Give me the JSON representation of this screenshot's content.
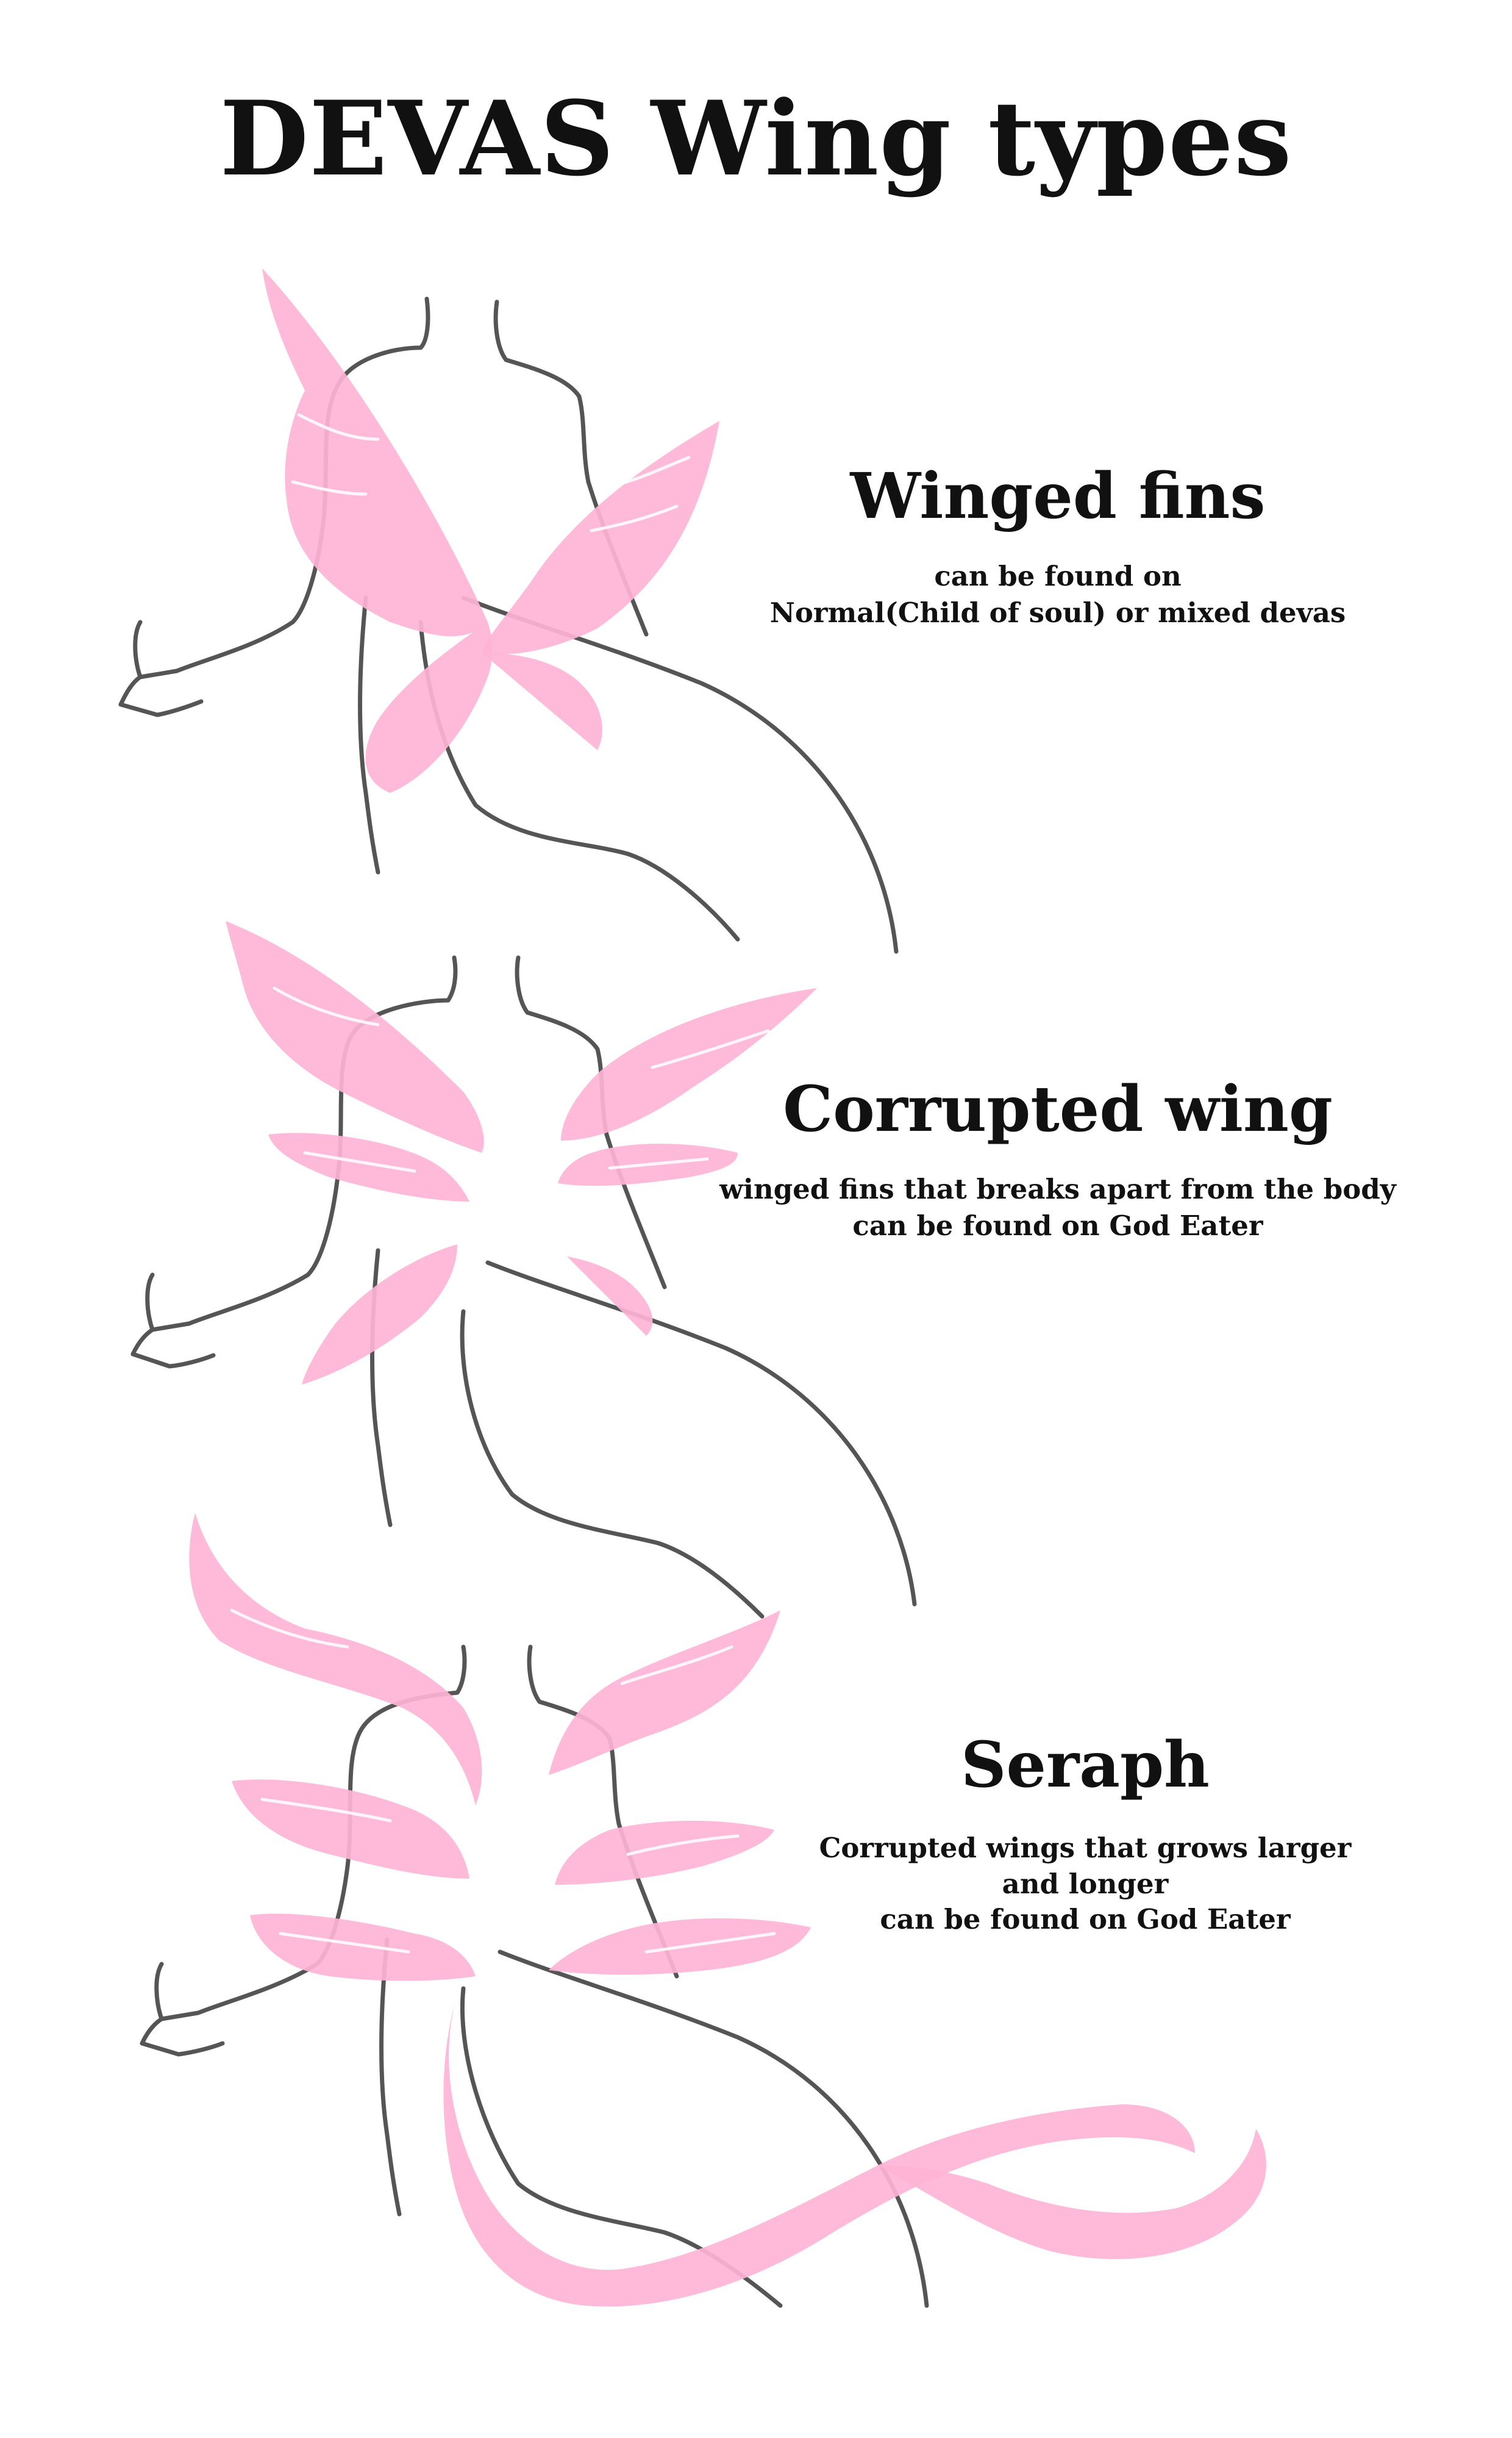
{
  "title": "DEVAS Wing types",
  "colors": {
    "wing": "#ffb3d6",
    "line": "#555555",
    "text": "#111111",
    "background": "#ffffff"
  },
  "sections": [
    {
      "heading": "Winged fins",
      "lines": [
        "can be found on",
        "Normal(Child of soul) or mixed devas"
      ]
    },
    {
      "heading": "Corrupted wing",
      "lines": [
        "winged fins that breaks apart from the body",
        "can be found on God Eater"
      ]
    },
    {
      "heading": "Seraph",
      "lines": [
        "Corrupted wings that grows larger",
        "and longer",
        "can be found on God Eater"
      ]
    }
  ]
}
